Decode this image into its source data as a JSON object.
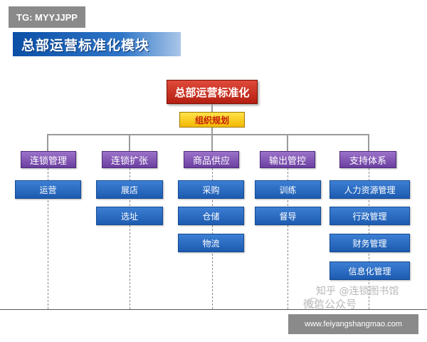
{
  "watermark_top": "TG: MYYJJPP",
  "banner_title": "总部运营标准化模块",
  "root": "总部运营标准化",
  "sub": "组织规划",
  "categories": [
    {
      "label": "连锁管理",
      "items": [
        "运营"
      ]
    },
    {
      "label": "连锁扩张",
      "items": [
        "展店",
        "选址"
      ]
    },
    {
      "label": "商品供应",
      "items": [
        "采购",
        "仓储",
        "物流"
      ]
    },
    {
      "label": "输出管控",
      "items": [
        "训练",
        "督导"
      ]
    },
    {
      "label": "支持体系",
      "items": [
        "人力资源管理",
        "行政管理",
        "财务管理",
        "信息化管理"
      ]
    }
  ],
  "watermark_zhihu": "知乎 @连锁图书馆",
  "watermark_wechat": "微信公众号",
  "watermark_bottom": "www.feiyangshangmao.com"
}
